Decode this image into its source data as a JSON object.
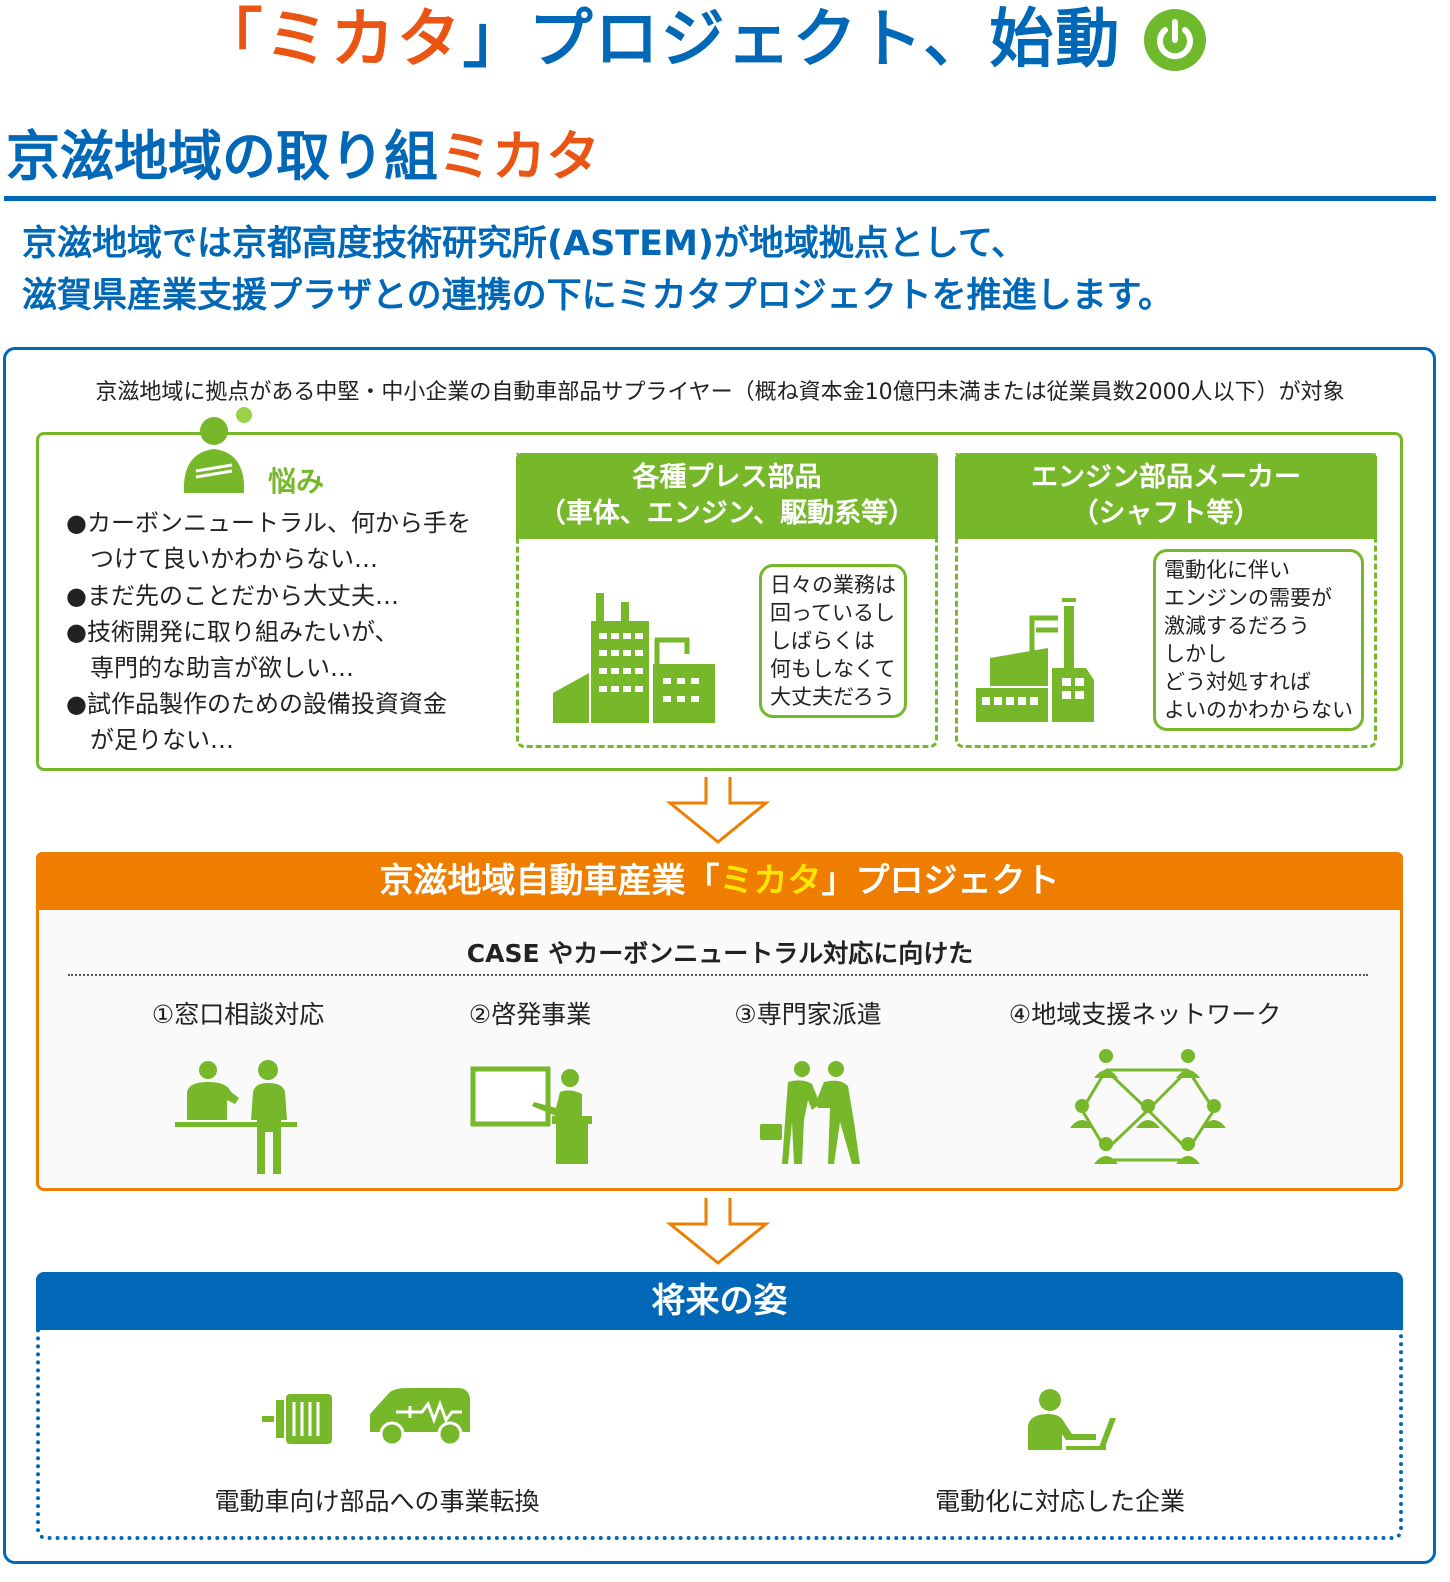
{
  "title": {
    "open": "「",
    "brand": "ミカタ",
    "close": "」",
    "rest": "プロジェクト、始動"
  },
  "section": {
    "main": "京滋地域の取り組",
    "brand": "ミカタ"
  },
  "intro": [
    "京滋地域では京都高度技術研究所(ASTEM)が地域拠点として、",
    "滋賀県産業支援プラザとの連携の下にミカタプロジェクトを推進します。"
  ],
  "target": "京滋地域に拠点がある中堅・中小企業の自動車部品サプライヤー（概ね資本金10億円未満または従業員数2000人以下）が対象",
  "concerns": {
    "label": "悩み",
    "lines": [
      "●カーボンニュートラル、何から手を",
      "　つけて良いかわからない…",
      "●まだ先のことだから大丈夫…",
      "●技術開発に取り組みたいが、",
      "　専門的な助言が欲しい…",
      "●試作品製作のための設備投資資金",
      "　が足りない…"
    ]
  },
  "panels": [
    {
      "title1": "各種プレス部品",
      "title2": "（車体、エンジン、駆動系等）",
      "bubble": [
        "日々の業務は",
        "回っているし",
        "しばらくは",
        "何もしなくて",
        "大丈夫だろう"
      ]
    },
    {
      "title1": "エンジン部品メーカー",
      "title2": "（シャフト等）",
      "bubble": [
        "電動化に伴い",
        "エンジンの需要が",
        "激減するだろう",
        "しかし",
        "どう対処すれば",
        "よいのかわからない"
      ]
    }
  ],
  "project": {
    "pre": "京滋地域自動車産業「",
    "brand": "ミカタ",
    "post": "」プロジェクト",
    "subtitle": "CASE やカーボンニュートラル対応に向けた",
    "items": [
      "①窓口相談対応",
      "②啓発事業",
      "③専門家派遣",
      "④地域支援ネットワーク"
    ]
  },
  "future": {
    "title": "将来の姿",
    "items": [
      "電動車向け部品への事業転換",
      "電動化に対応した企業"
    ]
  },
  "colors": {
    "blue": "#0068b7",
    "orange": "#ea5514",
    "green": "#76b82a",
    "project_orange": "#ee7d00",
    "yellow": "#ffe600"
  }
}
